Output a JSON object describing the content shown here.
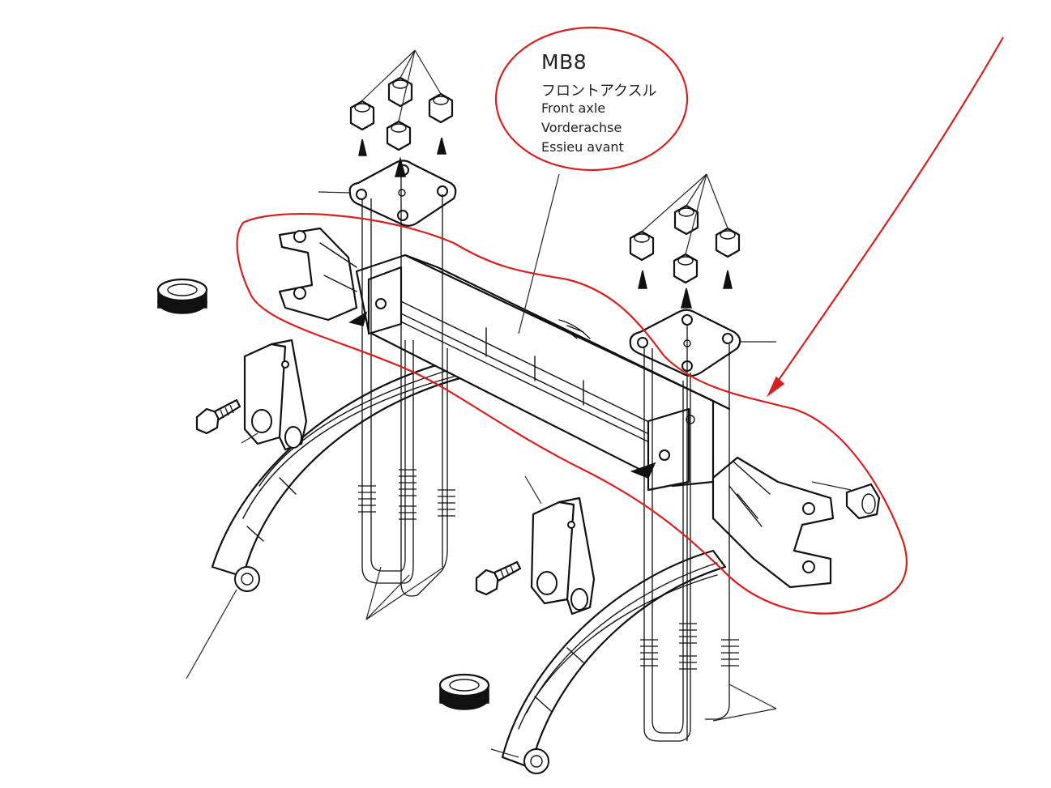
{
  "part_label": {
    "code": "MB8",
    "name_ja": "フロントアクスル",
    "name_en": "Front axle",
    "name_de": "Vorderachse",
    "name_fr": "Essieu avant"
  },
  "annotation": {
    "color": "#d62020",
    "marks": [
      "label-circle",
      "axle-outline",
      "pointer-arrow"
    ]
  },
  "line_color": "#111111"
}
